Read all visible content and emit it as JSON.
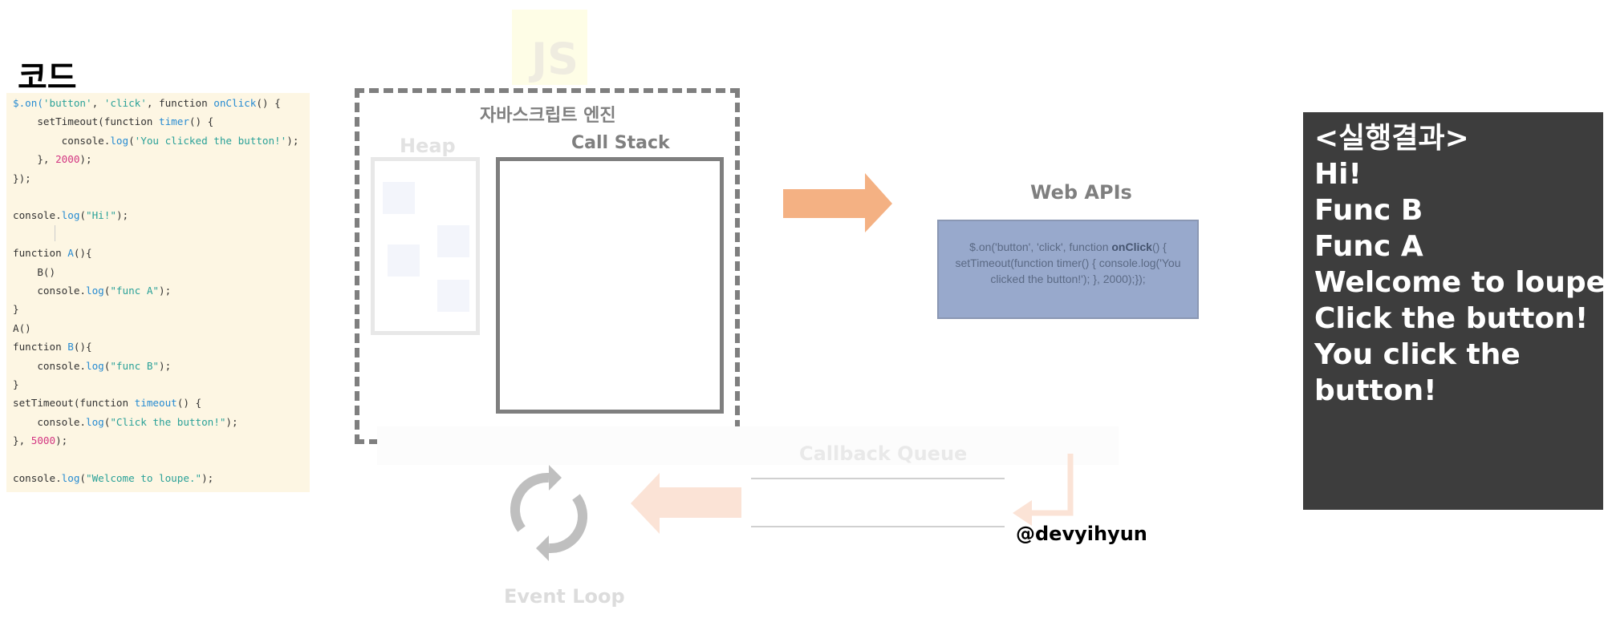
{
  "code_panel": {
    "title": "코드",
    "lines": [
      [
        {
          "t": "$.on(",
          "c": "c-fn"
        },
        {
          "t": "'button'",
          "c": "c-str"
        },
        {
          "t": ", ",
          "c": "c-kw"
        },
        {
          "t": "'click'",
          "c": "c-str"
        },
        {
          "t": ", function ",
          "c": "c-kw"
        },
        {
          "t": "onClick",
          "c": "c-fn"
        },
        {
          "t": "() {",
          "c": "c-kw"
        }
      ],
      [
        {
          "t": "    setTimeout(function ",
          "c": "c-kw"
        },
        {
          "t": "timer",
          "c": "c-fn"
        },
        {
          "t": "() {",
          "c": "c-kw"
        }
      ],
      [
        {
          "t": "        console.",
          "c": "c-kw"
        },
        {
          "t": "log",
          "c": "c-fn"
        },
        {
          "t": "(",
          "c": "c-kw"
        },
        {
          "t": "'You clicked the button!'",
          "c": "c-str"
        },
        {
          "t": ");",
          "c": "c-kw"
        }
      ],
      [
        {
          "t": "    }, ",
          "c": "c-kw"
        },
        {
          "t": "2000",
          "c": "c-num"
        },
        {
          "t": ");",
          "c": "c-kw"
        }
      ],
      [
        {
          "t": "});",
          "c": "c-kw"
        }
      ],
      [
        {
          "t": "",
          "c": "c-kw"
        }
      ],
      [
        {
          "t": "console.",
          "c": "c-kw"
        },
        {
          "t": "log",
          "c": "c-fn"
        },
        {
          "t": "(",
          "c": "c-kw"
        },
        {
          "t": "\"Hi!\"",
          "c": "c-str"
        },
        {
          "t": ");",
          "c": "c-kw"
        }
      ],
      [
        {
          "t": "",
          "c": "c-kw"
        }
      ],
      [
        {
          "t": "function ",
          "c": "c-kw"
        },
        {
          "t": "A",
          "c": "c-fn"
        },
        {
          "t": "(){",
          "c": "c-kw"
        }
      ],
      [
        {
          "t": "    B()",
          "c": "c-kw"
        }
      ],
      [
        {
          "t": "    console.",
          "c": "c-kw"
        },
        {
          "t": "log",
          "c": "c-fn"
        },
        {
          "t": "(",
          "c": "c-kw"
        },
        {
          "t": "\"func A\"",
          "c": "c-str"
        },
        {
          "t": ");",
          "c": "c-kw"
        }
      ],
      [
        {
          "t": "}",
          "c": "c-kw"
        }
      ],
      [
        {
          "t": "A()",
          "c": "c-kw"
        }
      ],
      [
        {
          "t": "function ",
          "c": "c-kw"
        },
        {
          "t": "B",
          "c": "c-fn"
        },
        {
          "t": "(){",
          "c": "c-kw"
        }
      ],
      [
        {
          "t": "    console.",
          "c": "c-kw"
        },
        {
          "t": "log",
          "c": "c-fn"
        },
        {
          "t": "(",
          "c": "c-kw"
        },
        {
          "t": "\"func B\"",
          "c": "c-str"
        },
        {
          "t": ");",
          "c": "c-kw"
        }
      ],
      [
        {
          "t": "}",
          "c": "c-kw"
        }
      ],
      [
        {
          "t": "setTimeout(function ",
          "c": "c-kw"
        },
        {
          "t": "timeout",
          "c": "c-fn"
        },
        {
          "t": "() {",
          "c": "c-kw"
        }
      ],
      [
        {
          "t": "    console.",
          "c": "c-kw"
        },
        {
          "t": "log",
          "c": "c-fn"
        },
        {
          "t": "(",
          "c": "c-kw"
        },
        {
          "t": "\"Click the button!\"",
          "c": "c-str"
        },
        {
          "t": ");",
          "c": "c-kw"
        }
      ],
      [
        {
          "t": "}, ",
          "c": "c-kw"
        },
        {
          "t": "5000",
          "c": "c-num"
        },
        {
          "t": ");",
          "c": "c-kw"
        }
      ],
      [
        {
          "t": "",
          "c": "c-kw"
        }
      ],
      [
        {
          "t": "console.",
          "c": "c-kw"
        },
        {
          "t": "log",
          "c": "c-fn"
        },
        {
          "t": "(",
          "c": "c-kw"
        },
        {
          "t": "\"Welcome to loupe.\"",
          "c": "c-str"
        },
        {
          "t": ");",
          "c": "c-kw"
        }
      ]
    ]
  },
  "js_logo": "JS",
  "engine": {
    "title": "자바스크립트 엔진",
    "heap_label": "Heap",
    "call_stack_label": "Call Stack"
  },
  "web_apis": {
    "label": "Web APIs",
    "code_before": "$.on('button', 'click', function ",
    "code_bold": "onClick",
    "code_after": "() {     setTimeout(function timer() {           console.log('You clicked the button!');           }, 2000);});"
  },
  "callback_queue_label": "Callback Queue",
  "event_loop_label": "Event Loop",
  "author": "@devyihyun",
  "result": {
    "title": "<실행결과>",
    "lines": [
      "Hi!",
      "Func B",
      "Func A",
      "Welcome to loupe.",
      "Click the button!",
      "You click the",
      "button!"
    ]
  },
  "colors": {
    "code_bg": "#fdf6e3",
    "web_api_box": "#98a9cc",
    "arrow_orange": "#f4b183",
    "arrow_faded": "#fbe3d6",
    "result_bg": "#3d3d3d"
  }
}
